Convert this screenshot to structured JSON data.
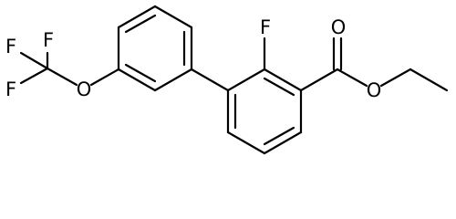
{
  "molecule": {
    "atom_labels": {
      "f_top": "F",
      "f_left_top": "F",
      "f_left_bottom": "F",
      "o_ether": "O",
      "f_ring": "F",
      "o_carbonyl": "O",
      "o_ester": "O"
    },
    "colors": {
      "bond": "#000000",
      "label": "#000000",
      "background": "#ffffff"
    }
  }
}
